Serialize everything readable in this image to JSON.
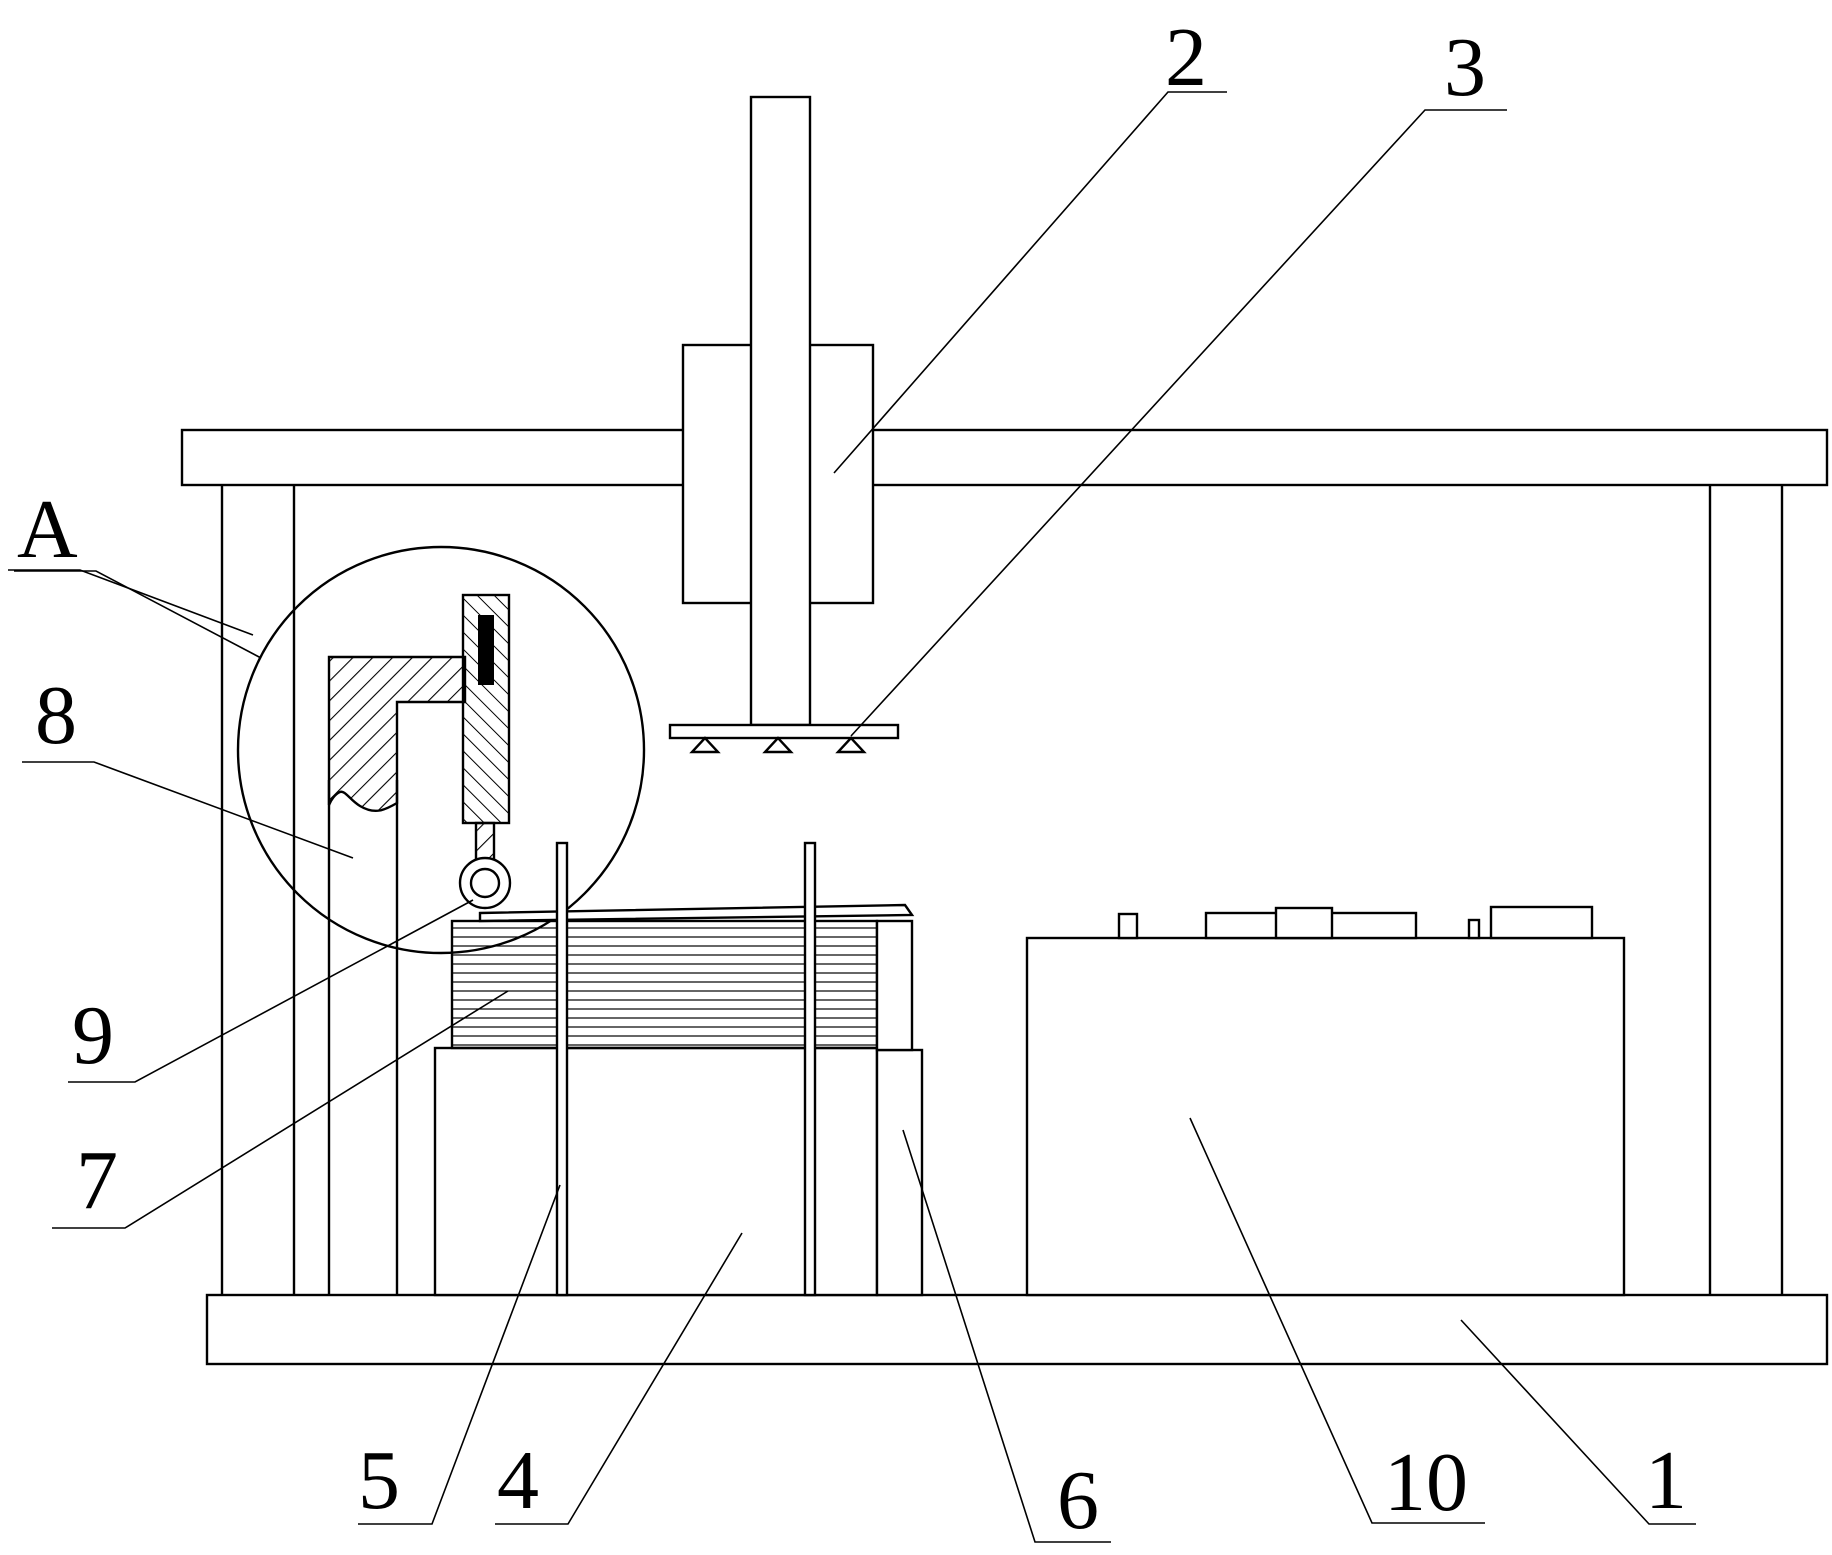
{
  "figure": {
    "callouts": [
      {
        "key": "c1",
        "text": "1"
      },
      {
        "key": "c2",
        "text": "2"
      },
      {
        "key": "c3",
        "text": "3"
      },
      {
        "key": "c4",
        "text": "4"
      },
      {
        "key": "c5",
        "text": "5"
      },
      {
        "key": "c6",
        "text": "6"
      },
      {
        "key": "c7",
        "text": "7"
      },
      {
        "key": "c8",
        "text": "8"
      },
      {
        "key": "c9",
        "text": "9"
      },
      {
        "key": "c10",
        "text": "10"
      },
      {
        "key": "cA",
        "text": "A"
      }
    ]
  }
}
